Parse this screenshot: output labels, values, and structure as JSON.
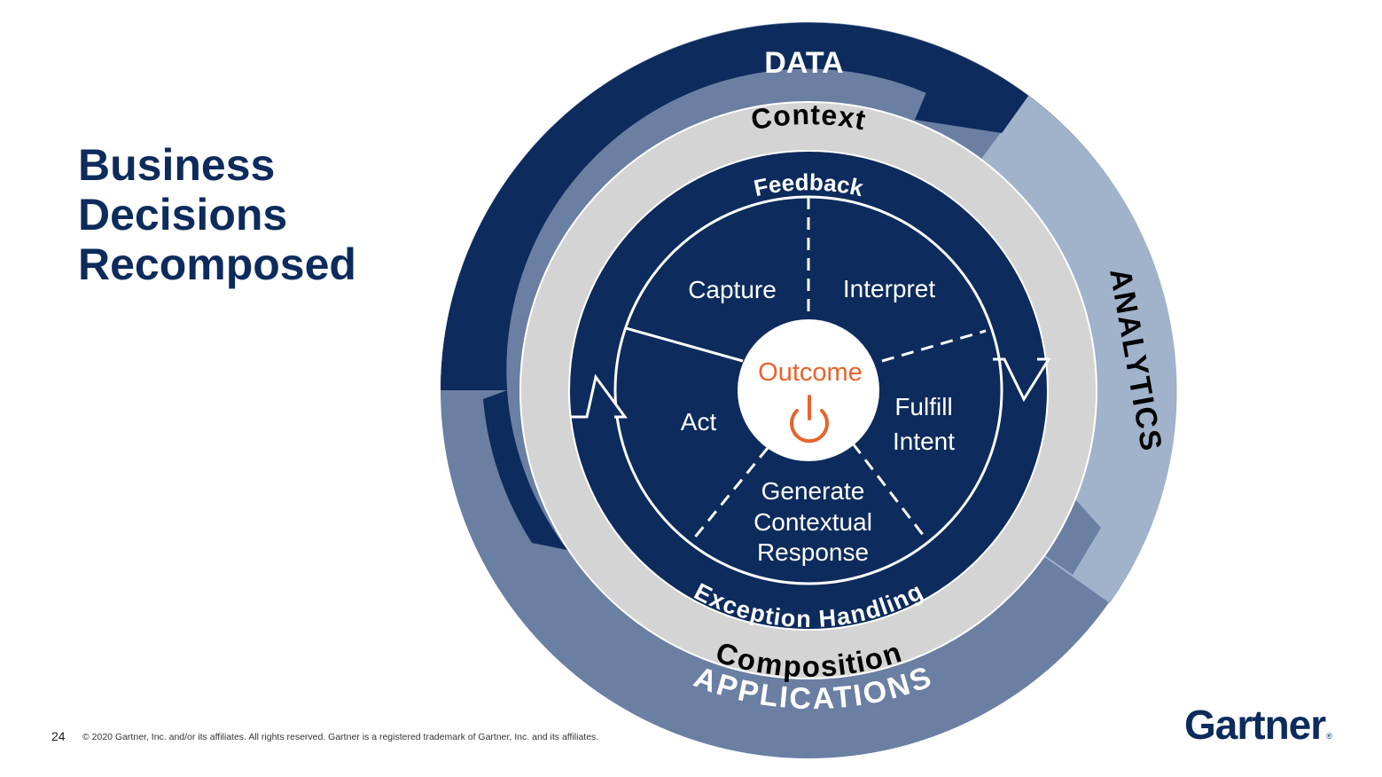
{
  "slide": {
    "title_lines": [
      "Business",
      "Decisions",
      "Recomposed"
    ],
    "page_number": "24",
    "copyright": "© 2020 Gartner, Inc. and/or its affiliates. All rights reserved. Gartner is a registered trademark of Gartner, Inc. and its affiliates.",
    "logo_text": "Gartner",
    "logo_mark": "®"
  },
  "diagram": {
    "outer_ring": {
      "data_label": "DATA",
      "analytics_label": "ANALYTICS",
      "applications_label": "APPLICATIONS"
    },
    "gray_ring": {
      "top_label": "Context",
      "bottom_label": "Composition"
    },
    "navy_ring": {
      "top_label": "Feedback",
      "bottom_label": "Exception Handling"
    },
    "segments": {
      "capture": "Capture",
      "interpret": "Interpret",
      "fulfill_line1": "Fulfill",
      "fulfill_line2": "Intent",
      "generate_line1": "Generate",
      "generate_line2": "Contextual",
      "generate_line3": "Response",
      "act": "Act"
    },
    "center": {
      "label": "Outcome",
      "icon": "power-icon"
    },
    "colors": {
      "navy": "#0d2b5c",
      "analytics_blue": "#a1b2cb",
      "applications_blue": "#6b7fa3",
      "gray": "#d4d4d4",
      "orange": "#e8632b"
    }
  }
}
